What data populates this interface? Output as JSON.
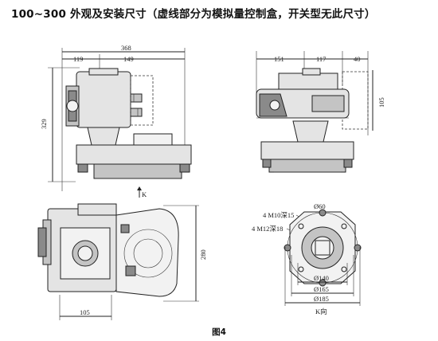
{
  "title": "100~300 外观及安装尺寸（虚线部分为模拟量控制盒，开关型无此尺寸）",
  "figure_caption": "图4",
  "dimensions": {
    "front_width": "368",
    "front_left": "119",
    "front_right": "149",
    "front_height": "329",
    "side_a": "151",
    "side_b": "117",
    "side_c": "40",
    "side_height": "105",
    "top_depth": "280",
    "top_bottom": "105",
    "flange_d60": "Ø60",
    "flange_m10": "4 M10深15",
    "flange_m12": "4 M12深18",
    "flange_d140": "Ø140",
    "flange_d165": "Ø165",
    "flange_d185": "Ø185",
    "k_marker_front": "K",
    "k_marker_flange": "K向"
  }
}
